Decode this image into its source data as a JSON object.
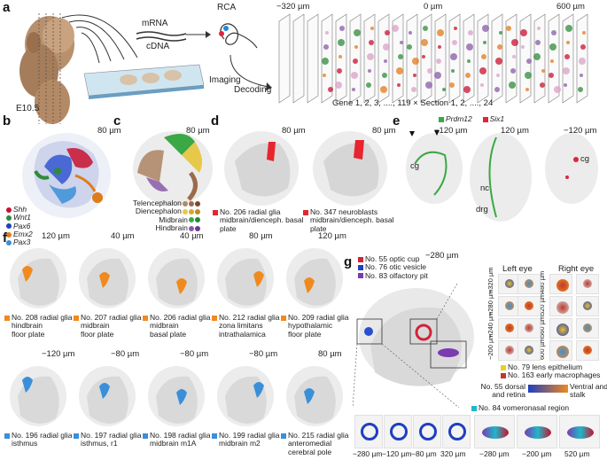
{
  "panels": {
    "a": {
      "label": "a",
      "stage": "E10.5",
      "mrna": "mRNA",
      "cdna": "cDNA",
      "rca": "RCA",
      "imaging": "Imaging",
      "decoding": "Decoding",
      "depth_left": "−320 µm",
      "depth_mid": "0 µm",
      "depth_right": "600 µm",
      "caption": "Gene 1, 2, 3, ...., 119 × Section 1, 2, ...., 24"
    },
    "b": {
      "label": "b",
      "depth": "80 µm",
      "genes": [
        {
          "name": "Shh",
          "color": "#c8102e"
        },
        {
          "name": "Wnt1",
          "color": "#2e8b3a"
        },
        {
          "name": "Pax6",
          "color": "#1f3fbf"
        },
        {
          "name": "Emx2",
          "color": "#e07b1a"
        },
        {
          "name": "Pax3",
          "color": "#3a8fd9"
        }
      ]
    },
    "c": {
      "label": "c",
      "depth": "80 µm",
      "regions": [
        {
          "name": "Telencephalon",
          "colors": [
            "#b08a6a",
            "#9b6b4a",
            "#7a4a2e"
          ]
        },
        {
          "name": "Diencephalon",
          "colors": [
            "#e6c84a",
            "#d4a92a",
            "#b8901e"
          ]
        },
        {
          "name": "Midbrain",
          "colors": [
            "#3aa845",
            "#1f8a35"
          ]
        },
        {
          "name": "Hindbrain",
          "colors": [
            "#8a5aa8",
            "#6a3a8a"
          ]
        }
      ]
    },
    "d": {
      "label": "d",
      "items": [
        {
          "depth": "80 µm",
          "text": "No. 206 radial glia midbrain/dienceph. basal plate",
          "color": "#e8242e"
        },
        {
          "depth": "80 µm",
          "text": "No. 347 neuroblasts midbrain/dienceph. basal plate",
          "color": "#e8242e"
        }
      ]
    },
    "e": {
      "label": "e",
      "genes": [
        {
          "name": "Prdm12",
          "color": "#3aa845"
        },
        {
          "name": "Six1",
          "color": "#e0243a"
        }
      ],
      "depths": [
        "−120 µm",
        "120 µm",
        "−120 µm"
      ],
      "annotations": [
        "cg",
        "nc",
        "drg",
        "cg"
      ]
    },
    "f": {
      "label": "f",
      "row1": [
        {
          "depth": "120 µm",
          "l1": "No. 208 radial glia",
          "l2": "hindbrain",
          "l3": "floor plate",
          "color": "#f08a1e"
        },
        {
          "depth": "40 µm",
          "l1": "No. 207 radial glia",
          "l2": "midbrain",
          "l3": "floor plate",
          "color": "#f08a1e"
        },
        {
          "depth": "40 µm",
          "l1": "No. 206 radial glia",
          "l2": "midbrain",
          "l3": "basal plate",
          "color": "#f08a1e"
        },
        {
          "depth": "80 µm",
          "l1": "No. 212 radial glia",
          "l2": "zona limitans",
          "l3": "intrathalamica",
          "color": "#f08a1e"
        },
        {
          "depth": "120 µm",
          "l1": "No. 209 radial glia",
          "l2": "hypothalamic",
          "l3": "floor plate",
          "color": "#f08a1e"
        }
      ],
      "row2": [
        {
          "depth": "−120 µm",
          "l1": "No. 196 radial glia",
          "l2": "isthmus",
          "l3": "",
          "color": "#3a8fd9"
        },
        {
          "depth": "−80 µm",
          "l1": "No. 197 radial glia",
          "l2": "isthmus, r1",
          "l3": "",
          "color": "#3a8fd9"
        },
        {
          "depth": "−80 µm",
          "l1": "No. 198 radial glia",
          "l2": "midbrain m1A",
          "l3": "",
          "color": "#3a8fd9"
        },
        {
          "depth": "−80 µm",
          "l1": "No. 199 radial glia",
          "l2": "midbrain m2",
          "l3": "",
          "color": "#3a8fd9"
        },
        {
          "depth": "80 µm",
          "l1": "No. 215 radial glia",
          "l2": "anteromedial",
          "l3": "cerebral pole",
          "color": "#3a8fd9"
        }
      ]
    },
    "g": {
      "label": "g",
      "depth": "−280 µm",
      "legend": [
        {
          "text": "No. 55 optic cup",
          "color": "#d0243a"
        },
        {
          "text": "No. 76 otic vesicle",
          "color": "#1f3fbf"
        },
        {
          "text": "No. 83 olfactory pit",
          "color": "#7a3ab0"
        }
      ],
      "left_eye": "Left eye",
      "right_eye": "Right eye",
      "left_depths": [
        "−320 µm",
        "−280 µm",
        "−240 µm",
        "−200 µm"
      ],
      "right_depths": [
        "480 µm",
        "520 µm",
        "560 µm",
        "600 µm"
      ],
      "legend2": [
        {
          "text": "No. 79 lens epithelium",
          "color": "#e8d21e"
        },
        {
          "text": "No. 163 early macrophages",
          "color": "#c0392b"
        }
      ],
      "gradient_label_left": "No. 55 dorsal and retina",
      "gradient_label_right": "Ventral and stalk",
      "vomero": {
        "text": "No. 84 vomeronasal region",
        "color": "#1fb8c8"
      },
      "bottom_left": [
        "−280 µm",
        "−120 µm",
        "−80 µm",
        "320 µm"
      ],
      "bottom_right": [
        "−280 µm",
        "−200 µm",
        "520 µm"
      ]
    }
  }
}
